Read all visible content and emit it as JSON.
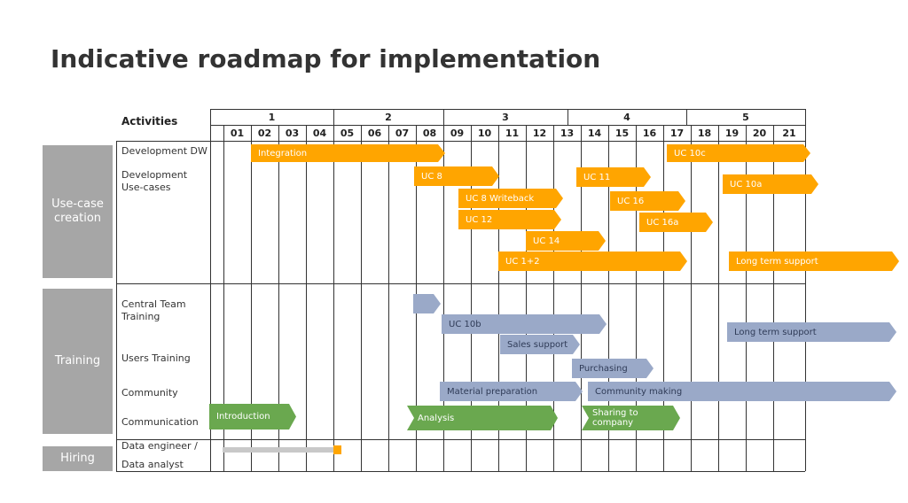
{
  "title": "Indicative roadmap for implementation",
  "colors": {
    "orange": "#ffa500",
    "blue": "#9aa9c8",
    "green": "#6aa84f",
    "gray": "#a6a6a6",
    "light_gray": "#c8c8c8"
  },
  "header": {
    "activities_label": "Activities",
    "phases": [
      "1",
      "2",
      "3",
      "4",
      "5"
    ],
    "weeks": [
      "01",
      "02",
      "03",
      "04",
      "05",
      "06",
      "07",
      "08",
      "09",
      "10",
      "11",
      "12",
      "13",
      "14",
      "15",
      "16",
      "17",
      "18",
      "19",
      "20",
      "21"
    ]
  },
  "groups": [
    {
      "label": "Use-case creation"
    },
    {
      "label": "Training"
    },
    {
      "label": "Hiring"
    }
  ],
  "activities": [
    {
      "label": "Development DW"
    },
    {
      "label": "Development\nUse-cases"
    },
    {
      "label": "Central Team\nTraining"
    },
    {
      "label": "Users Training"
    },
    {
      "label": "Community"
    },
    {
      "label": "Communication"
    },
    {
      "label": "Data engineer /"
    },
    {
      "label": "Data analyst"
    }
  ],
  "bars": [
    {
      "label": "Integration",
      "color": "orange"
    },
    {
      "label": "UC 10c",
      "color": "orange"
    },
    {
      "label": "UC 8",
      "color": "orange"
    },
    {
      "label": "UC 11",
      "color": "orange"
    },
    {
      "label": "UC 10a",
      "color": "orange"
    },
    {
      "label": "UC 8 Writeback",
      "color": "orange"
    },
    {
      "label": "UC 16",
      "color": "orange"
    },
    {
      "label": "UC 12",
      "color": "orange"
    },
    {
      "label": "UC 16a",
      "color": "orange"
    },
    {
      "label": "UC 14",
      "color": "orange"
    },
    {
      "label": "UC 1+2",
      "color": "orange"
    },
    {
      "label": "Long term support",
      "color": "orange"
    },
    {
      "label": "",
      "color": "blue"
    },
    {
      "label": "UC 10b",
      "color": "blue"
    },
    {
      "label": "Long term support",
      "color": "blue"
    },
    {
      "label": "Sales support",
      "color": "blue"
    },
    {
      "label": "Purchasing",
      "color": "blue"
    },
    {
      "label": "Material preparation",
      "color": "blue"
    },
    {
      "label": "Community making",
      "color": "blue"
    },
    {
      "label": "Introduction",
      "color": "green"
    },
    {
      "label": "Analysis",
      "color": "green"
    },
    {
      "label": "Sharing to company",
      "color": "green"
    }
  ]
}
